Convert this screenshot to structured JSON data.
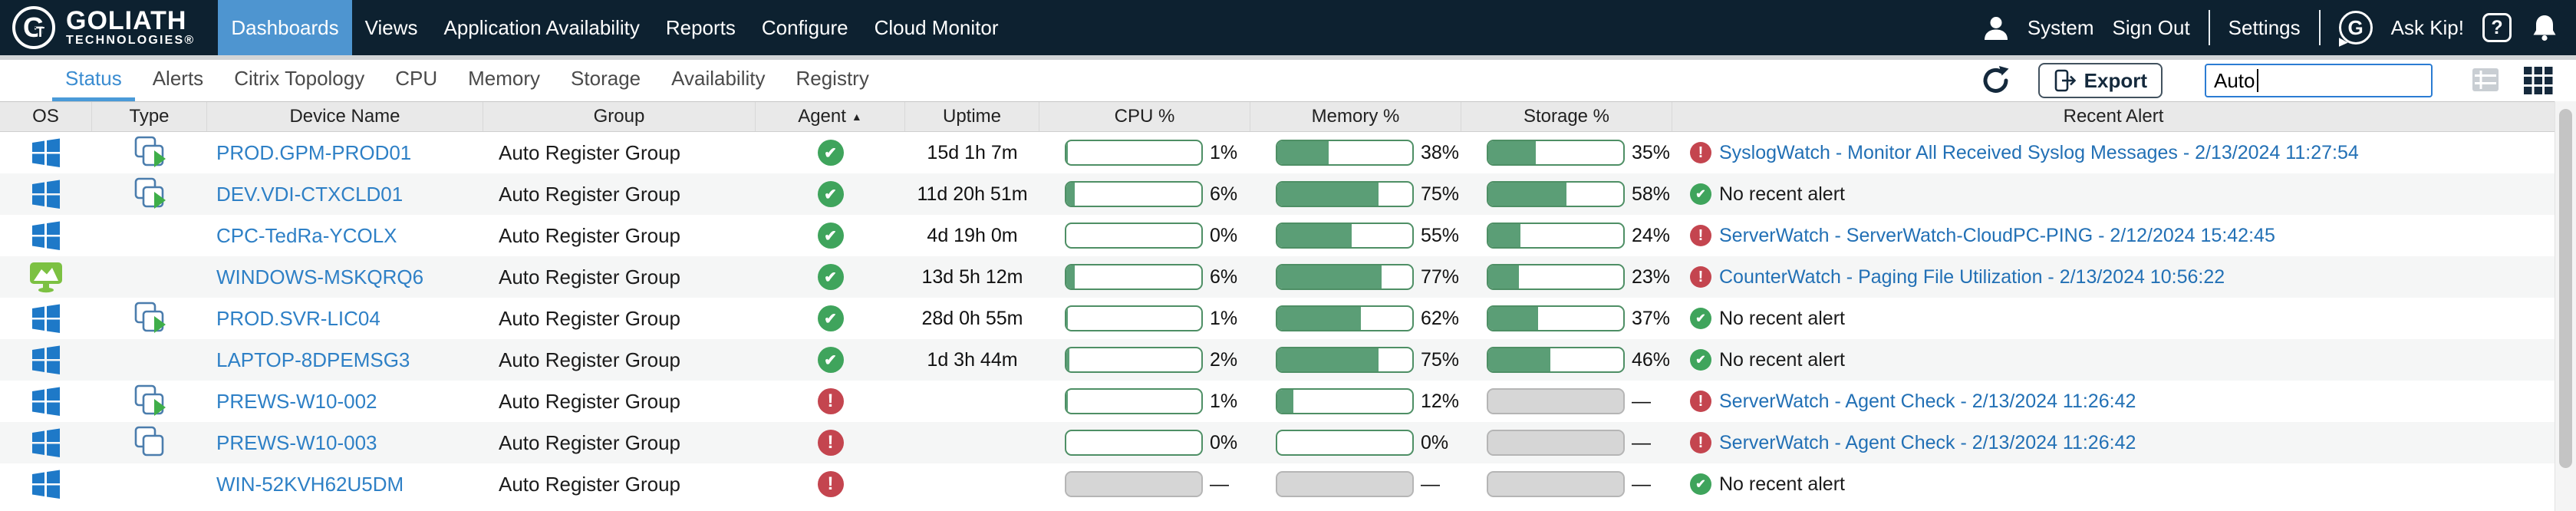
{
  "navbar": {
    "logo": {
      "line1": "GOLIATH",
      "line2": "TECHNOLOGIES®"
    },
    "items": [
      {
        "label": "Dashboards",
        "active": true
      },
      {
        "label": "Views",
        "active": false
      },
      {
        "label": "Application Availability",
        "active": false
      },
      {
        "label": "Reports",
        "active": false
      },
      {
        "label": "Configure",
        "active": false
      },
      {
        "label": "Cloud Monitor",
        "active": false
      }
    ],
    "right": {
      "system": "System",
      "sign_out": "Sign Out",
      "settings": "Settings",
      "ask_kip": "Ask Kip!",
      "help": "?"
    }
  },
  "tabs": [
    {
      "label": "Status",
      "active": true
    },
    {
      "label": "Alerts",
      "active": false
    },
    {
      "label": "Citrix Topology",
      "active": false
    },
    {
      "label": "CPU",
      "active": false
    },
    {
      "label": "Memory",
      "active": false
    },
    {
      "label": "Storage",
      "active": false
    },
    {
      "label": "Availability",
      "active": false
    },
    {
      "label": "Registry",
      "active": false
    }
  ],
  "toolbar": {
    "export_label": "Export",
    "search": {
      "value": "Auto",
      "placeholder": ""
    }
  },
  "icons": {
    "check": "✔",
    "exclamation": "!",
    "sort_asc": "▲"
  },
  "colors": {
    "nav_bg": "#0d2130",
    "nav_active_blue": "#4e95d0",
    "tab_active_blue": "#3a8cd1",
    "bar_green": "#5b9e76",
    "status_green": "#3fa45c",
    "status_red": "#c4454f",
    "link_blue": "#2e80c6"
  },
  "table": {
    "columns": [
      "OS",
      "Type",
      "Device Name",
      "Group",
      "Agent",
      "Uptime",
      "CPU %",
      "Memory %",
      "Storage %",
      "Recent Alert"
    ],
    "sort_column": "Agent",
    "sort_indicator": "▲",
    "rows": [
      {
        "os": "windows",
        "type": "vm-running",
        "name": "PROD.GPM-PROD01",
        "group": "Auto Register Group",
        "agent": "ok",
        "uptime": "15d 1h 7m",
        "cpu": {
          "value": 1,
          "label": "1%"
        },
        "memory": {
          "value": 38,
          "label": "38%"
        },
        "storage": {
          "value": 35,
          "label": "35%"
        },
        "alert": {
          "status": "error",
          "text": "SyslogWatch - Monitor All Received Syslog Messages - 2/13/2024 11:27:54"
        }
      },
      {
        "os": "windows",
        "type": "vm-running",
        "name": "DEV.VDI-CTXCLD01",
        "group": "Auto Register Group",
        "agent": "ok",
        "uptime": "11d 20h 51m",
        "cpu": {
          "value": 6,
          "label": "6%"
        },
        "memory": {
          "value": 75,
          "label": "75%"
        },
        "storage": {
          "value": 58,
          "label": "58%"
        },
        "alert": {
          "status": "ok",
          "text": "No recent alert"
        }
      },
      {
        "os": "windows",
        "type": "none",
        "name": "CPC-TedRa-YCOLX",
        "group": "Auto Register Group",
        "agent": "ok",
        "uptime": "4d 19h 0m",
        "cpu": {
          "value": 0,
          "label": "0%"
        },
        "memory": {
          "value": 55,
          "label": "55%"
        },
        "storage": {
          "value": 24,
          "label": "24%"
        },
        "alert": {
          "status": "error",
          "text": "ServerWatch - ServerWatch-CloudPC-PING - 2/12/2024 15:42:45"
        }
      },
      {
        "os": "cloudpc",
        "type": "none",
        "name": "WINDOWS-MSKQRQ6",
        "group": "Auto Register Group",
        "agent": "ok",
        "uptime": "13d 5h 12m",
        "cpu": {
          "value": 6,
          "label": "6%"
        },
        "memory": {
          "value": 77,
          "label": "77%"
        },
        "storage": {
          "value": 23,
          "label": "23%"
        },
        "alert": {
          "status": "error",
          "text": "CounterWatch - Paging File Utilization - 2/13/2024 10:56:22"
        }
      },
      {
        "os": "windows",
        "type": "vm-running",
        "name": "PROD.SVR-LIC04",
        "group": "Auto Register Group",
        "agent": "ok",
        "uptime": "28d 0h 55m",
        "cpu": {
          "value": 1,
          "label": "1%"
        },
        "memory": {
          "value": 62,
          "label": "62%"
        },
        "storage": {
          "value": 37,
          "label": "37%"
        },
        "alert": {
          "status": "ok",
          "text": "No recent alert"
        }
      },
      {
        "os": "windows",
        "type": "none",
        "name": "LAPTOP-8DPEMSG3",
        "group": "Auto Register Group",
        "agent": "ok",
        "uptime": "1d 3h 44m",
        "cpu": {
          "value": 2,
          "label": "2%"
        },
        "memory": {
          "value": 75,
          "label": "75%"
        },
        "storage": {
          "value": 46,
          "label": "46%"
        },
        "alert": {
          "status": "ok",
          "text": "No recent alert"
        }
      },
      {
        "os": "windows",
        "type": "vm-running",
        "name": "PREWS-W10-002",
        "group": "Auto Register Group",
        "agent": "error",
        "uptime": "",
        "cpu": {
          "value": 1,
          "label": "1%"
        },
        "memory": {
          "value": 12,
          "label": "12%"
        },
        "storage": {
          "value": null,
          "label": "—"
        },
        "alert": {
          "status": "error",
          "text": "ServerWatch - Agent Check - 2/13/2024 11:26:42"
        }
      },
      {
        "os": "windows",
        "type": "vm-stopped",
        "name": "PREWS-W10-003",
        "group": "Auto Register Group",
        "agent": "error",
        "uptime": "",
        "cpu": {
          "value": 0,
          "label": "0%"
        },
        "memory": {
          "value": 0,
          "label": "0%"
        },
        "storage": {
          "value": null,
          "label": "—"
        },
        "alert": {
          "status": "error",
          "text": "ServerWatch - Agent Check - 2/13/2024 11:26:42"
        }
      },
      {
        "os": "windows",
        "type": "none",
        "name": "WIN-52KVH62U5DM",
        "group": "Auto Register Group",
        "agent": "error",
        "uptime": "",
        "cpu": {
          "value": null,
          "label": "—"
        },
        "memory": {
          "value": null,
          "label": "—"
        },
        "storage": {
          "value": null,
          "label": "—"
        },
        "alert": {
          "status": "ok",
          "text": "No recent alert"
        }
      }
    ]
  }
}
